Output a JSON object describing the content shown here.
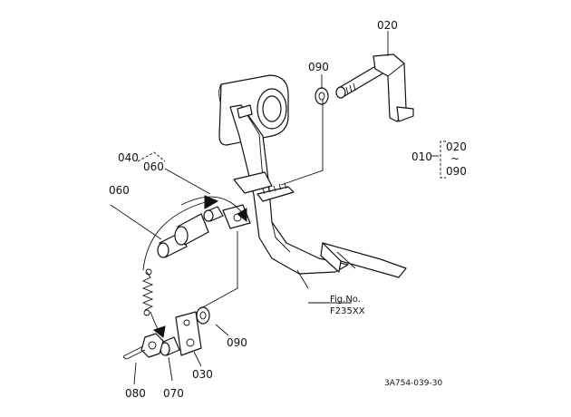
{
  "callouts": {
    "p020": "020",
    "p090_top": "090",
    "p040": "040",
    "p060_a": "060",
    "p060_b": "060",
    "p010": "010",
    "range_from": "020",
    "range_tilde": "~",
    "range_to": "090",
    "fig_line1": "Fig.No.",
    "fig_line2": "F235XX",
    "p090_bottom": "090",
    "p030": "030",
    "p070": "070",
    "p080": "080"
  },
  "drawing_code": "3A754-039-30"
}
